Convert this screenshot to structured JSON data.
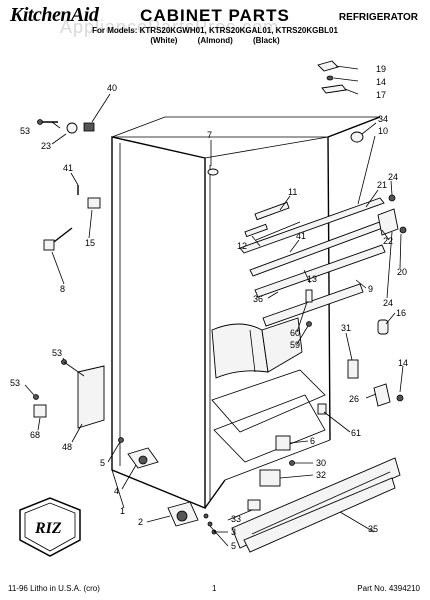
{
  "header": {
    "brand": "KitchenAid",
    "title": "CABINET PARTS",
    "appliance": "REFRIGERATOR",
    "models": "For Models: KTRS20KGWH01, KTRS20KGAL01, KTRS20KGBL01",
    "variants": "(White) (Almond) (Black)",
    "watermark": "AppliancePartsPros.com"
  },
  "footer": {
    "litho": "11-96 Litho in U.S.A. (cro)",
    "page": "1",
    "part_no": "Part No. 4394210"
  },
  "logo": {
    "text": "RIZ"
  },
  "callouts": [
    "40",
    "53",
    "23",
    "7",
    "19",
    "14",
    "17",
    "34",
    "10",
    "41",
    "15",
    "11",
    "21",
    "24",
    "12",
    "41",
    "22",
    "13",
    "8",
    "36",
    "9",
    "20",
    "24",
    "16",
    "60",
    "59",
    "31",
    "53",
    "14",
    "53",
    "26",
    "68",
    "48",
    "61",
    "5",
    "6",
    "4",
    "30",
    "32",
    "1",
    "2",
    "3",
    "33",
    "35",
    "5"
  ]
}
